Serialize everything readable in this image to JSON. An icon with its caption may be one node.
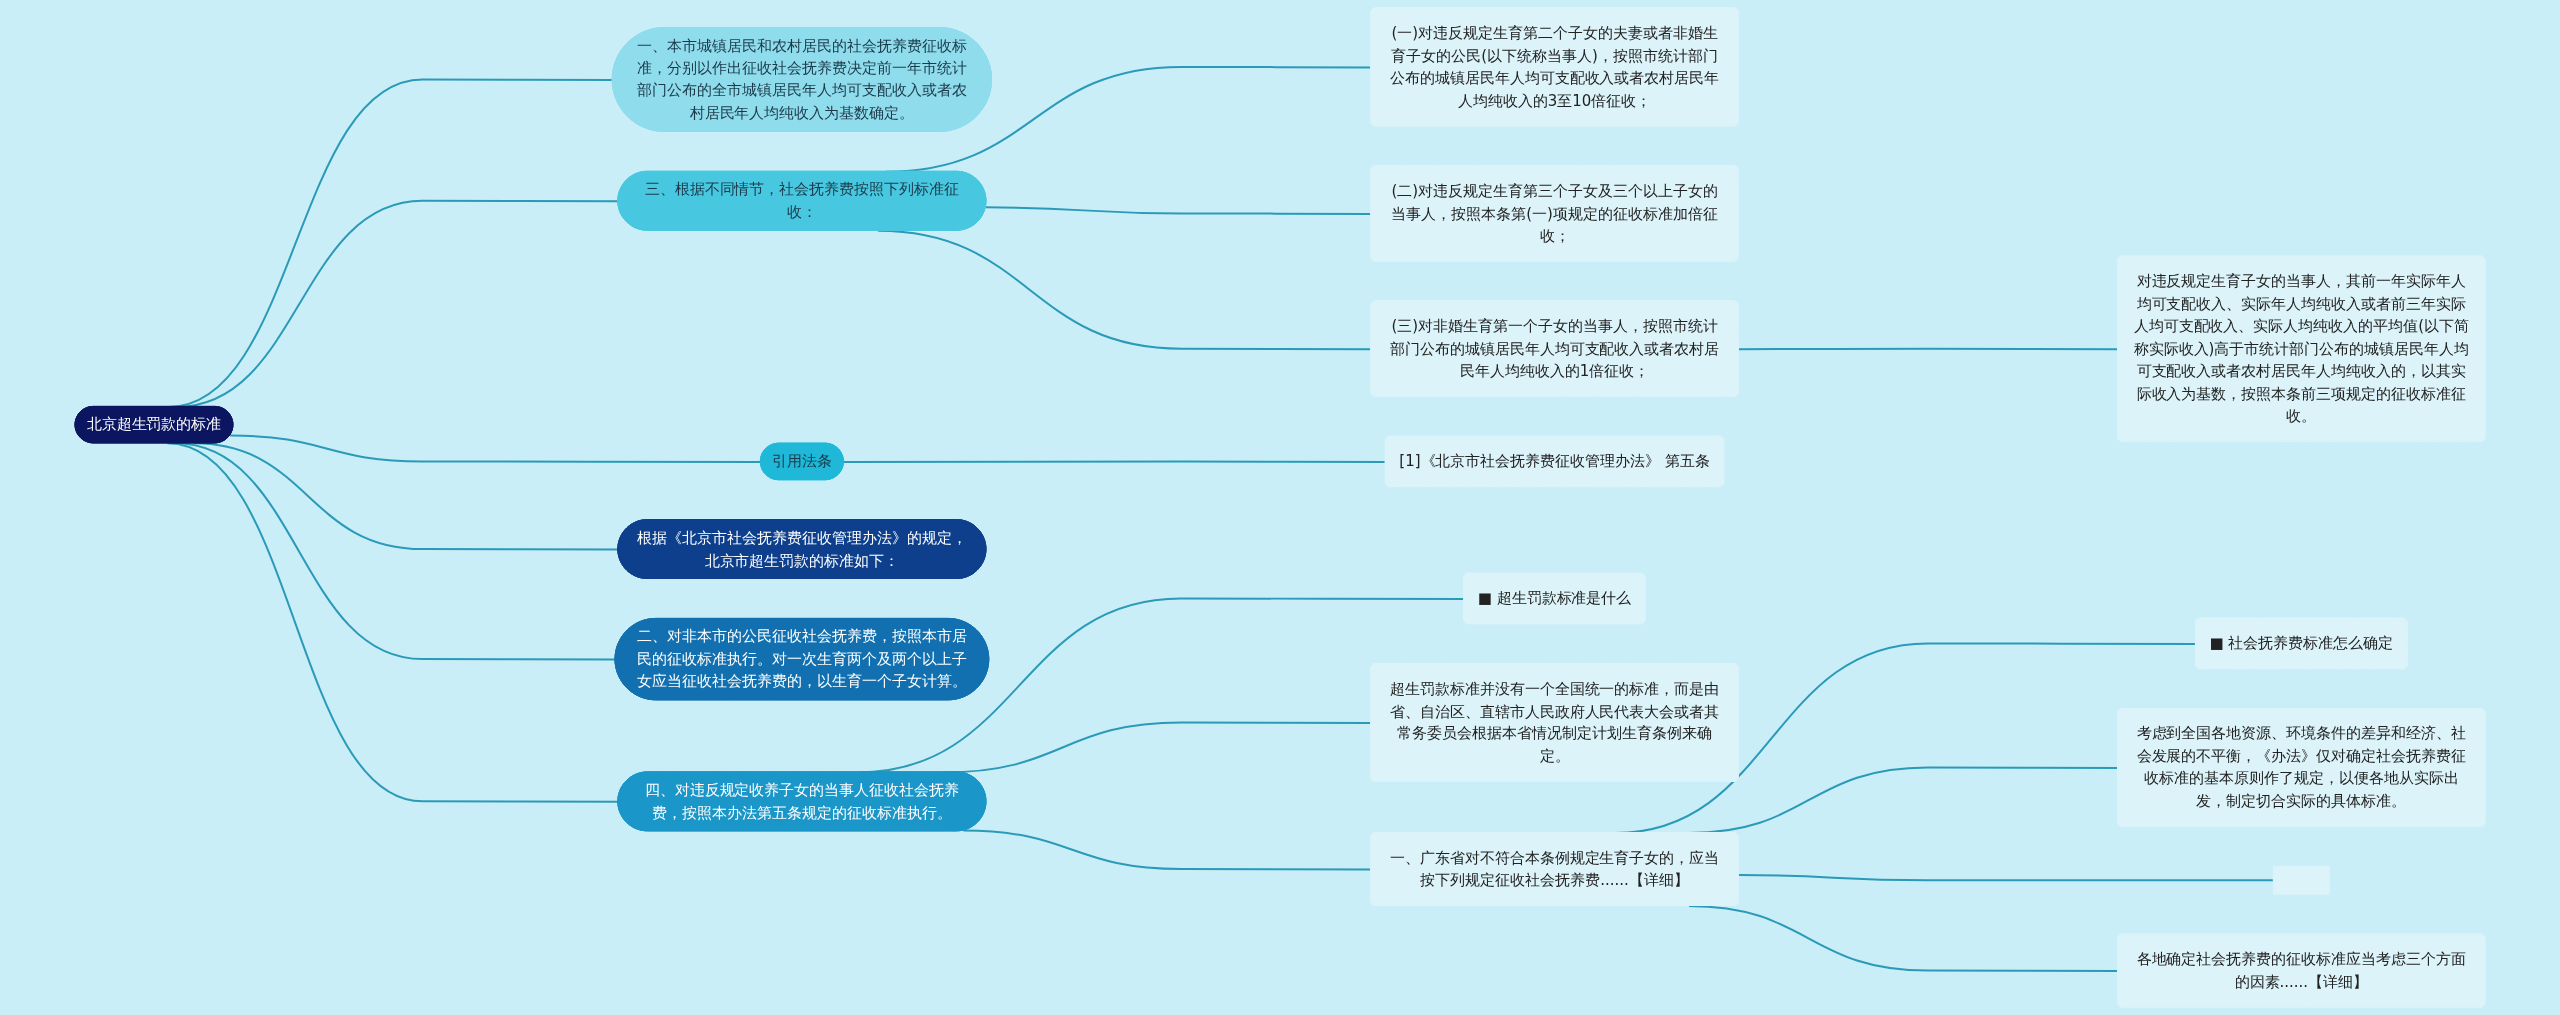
{
  "diagram": {
    "nodes": [
      {
        "text": [
          "北京超生罚款的标准"
        ]
      },
      {
        "text": [
          "一、本市城镇居民和农村居民的社会抚养费征收标准，分别以作出征收社会抚养费决定前一年市统计部门公布的全市城镇居民年人均可支配收入或者农村居民年人均纯收入为基数确定。"
        ]
      },
      {
        "text": [
          "三、根据不同情节，社会抚养费按照下列标准征收："
        ]
      },
      {
        "text": [
          "(一)对违反规定生育第二个子女的夫妻或者非婚生育子女的公民(以下统称当事人)，按照市统计部门公布的城镇居民年人均可支配收入或者农村居民年人均纯收入的3至10倍征收；"
        ]
      },
      {
        "text": [
          "(二)对违反规定生育第三个子女及三个以上子女的当事人，按照本条第(一)项规定的征收标准加倍征收；"
        ]
      },
      {
        "text": [
          "(三)对非婚生育第一个子女的当事人，按照市统计部门公布的城镇居民年人均可支配收入或者农村居民年人均纯收入的1倍征收；"
        ]
      },
      {
        "text": [
          "对违反规定生育子女的当事人，其前一年实际年人均可支配收入、实际年人均纯收入或者前三年实际人均可支配收入、实际人均纯收入的平均值(以下简称实际收入)高于市统计部门公布的城镇居民年人均可支配收入或者农村居民年人均纯收入的，以其实际收入为基数，按照本条前三项规定的征收标准征收。"
        ]
      },
      {
        "text": [
          "引用法条"
        ]
      },
      {
        "text": [
          "[1]《北京市社会抚养费征收管理办法》 第五条"
        ]
      },
      {
        "text": [
          "根据《北京市社会抚养费征收管理办法》的规定，北京市超生罚款的标准如下："
        ]
      },
      {
        "text": [
          "二、对非本市的公民征收社会抚养费，按照本市居民的征收标准执行。对一次生育两个及两个以上子女应当征收社会抚养费的，以生育一个子女计算。"
        ]
      },
      {
        "text": [
          "四、对违反规定收养子女的当事人征收社会抚养费，按照本办法第五条规定的征收标准执行。"
        ]
      },
      {
        "text": [
          "■ 超生罚款标准是什么"
        ]
      },
      {
        "text": [
          "超生罚款标准并没有一个全国统一的标准，而是由省、自治区、直辖市人民政府人民代表大会或者其常务委员会根据本省情况制定计划生育条例来确定。"
        ]
      },
      {
        "text": [
          "一、广东省对不符合本条例规定生育子女的，应当按下列规定征收社会抚养费......【详细】"
        ]
      },
      {
        "text": [
          "■ 社会抚养费标准怎么确定"
        ]
      },
      {
        "text": [
          "考虑到全国各地资源、环境条件的差异和经济、社会发展的不平衡，《办法》仅对确定社会抚养费征收标准的基本原则作了规定，以便各地从实际出发，制定切合实际的具体标准。"
        ]
      },
      {
        "text": [],
        "shape": "box"
      },
      {
        "text": [
          "各地确定社会抚养费的征收标准应当考虑三个方面的因素......【详细】"
        ]
      }
    ],
    "edges": [
      {
        "from": 0,
        "to": 1,
        "arrow": "none"
      },
      {
        "from": 0,
        "to": 2,
        "arrow": "none"
      },
      {
        "from": 2,
        "to": 3,
        "arrow": "none"
      },
      {
        "from": 2,
        "to": 4,
        "arrow": "none"
      },
      {
        "from": 2,
        "to": 5,
        "arrow": "none"
      },
      {
        "from": 5,
        "to": 6,
        "arrow": "none"
      },
      {
        "from": 0,
        "to": 7,
        "arrow": "none"
      },
      {
        "from": 7,
        "to": 8,
        "arrow": "none"
      },
      {
        "from": 0,
        "to": 9,
        "arrow": "none"
      },
      {
        "from": 0,
        "to": 10,
        "arrow": "none"
      },
      {
        "from": 0,
        "to": 11,
        "arrow": "none"
      },
      {
        "from": 11,
        "to": 12,
        "arrow": "none"
      },
      {
        "from": 11,
        "to": 13,
        "arrow": "none"
      },
      {
        "from": 11,
        "to": 14,
        "arrow": "none"
      },
      {
        "from": 14,
        "to": 15,
        "arrow": "none"
      },
      {
        "from": 14,
        "to": 16,
        "arrow": "none"
      },
      {
        "from": 14,
        "to": 17,
        "arrow": "none"
      },
      {
        "from": 14,
        "to": 18,
        "arrow": "none"
      }
    ]
  }
}
